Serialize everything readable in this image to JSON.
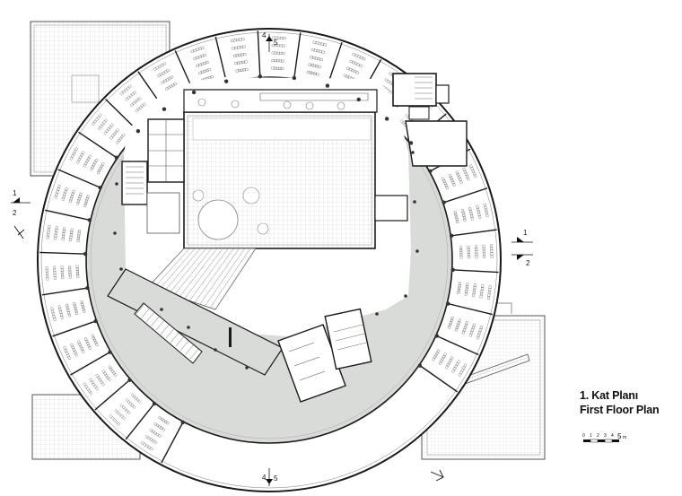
{
  "title": {
    "line1": "1. Kat Planı",
    "line2": "First Floor Plan"
  },
  "scale_bar": {
    "ticks": [
      "0",
      "1",
      "2",
      "3",
      "4"
    ],
    "end_label": "5",
    "unit": "m"
  },
  "section_marks": {
    "north_top": {
      "num": "4",
      "ref": "5"
    },
    "south_bottom": {
      "num": "4",
      "ref": "5"
    },
    "left": {
      "num": "1",
      "ref": "2"
    },
    "right": {
      "num": "1",
      "ref": "2"
    }
  },
  "colors": {
    "corridor": "#d9dbd8",
    "wall": "#1a1a1a",
    "line": "#777777",
    "roof_hatch": "#bdbdbd"
  },
  "icons": [
    "north-arrow-icon",
    "section-marker-icon"
  ]
}
